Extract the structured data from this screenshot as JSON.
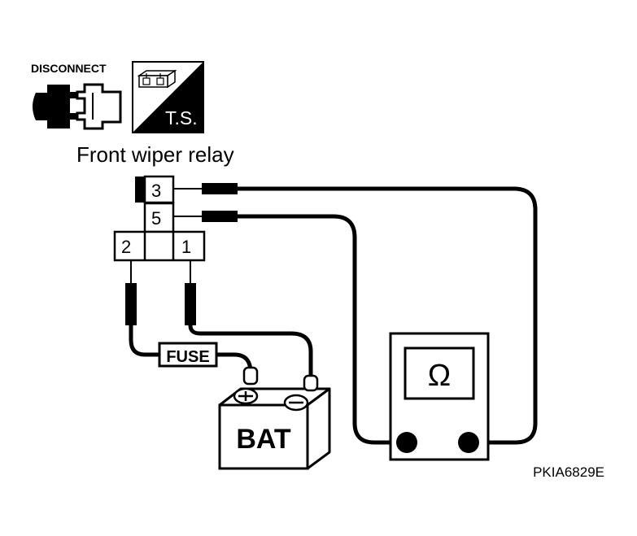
{
  "icons": {
    "disconnect": {
      "label": "DISCONNECT",
      "name": "disconnect-connector-icon"
    },
    "test_switch": {
      "label": "T.S.",
      "name": "test-switch-icon"
    }
  },
  "relay": {
    "title": "Front wiper relay",
    "pins": [
      "3",
      "5",
      "2",
      "1"
    ]
  },
  "fuse": {
    "label": "FUSE"
  },
  "battery": {
    "label": "BAT"
  },
  "meter": {
    "symbol": "Ω"
  },
  "figure_id": "PKIA6829E"
}
